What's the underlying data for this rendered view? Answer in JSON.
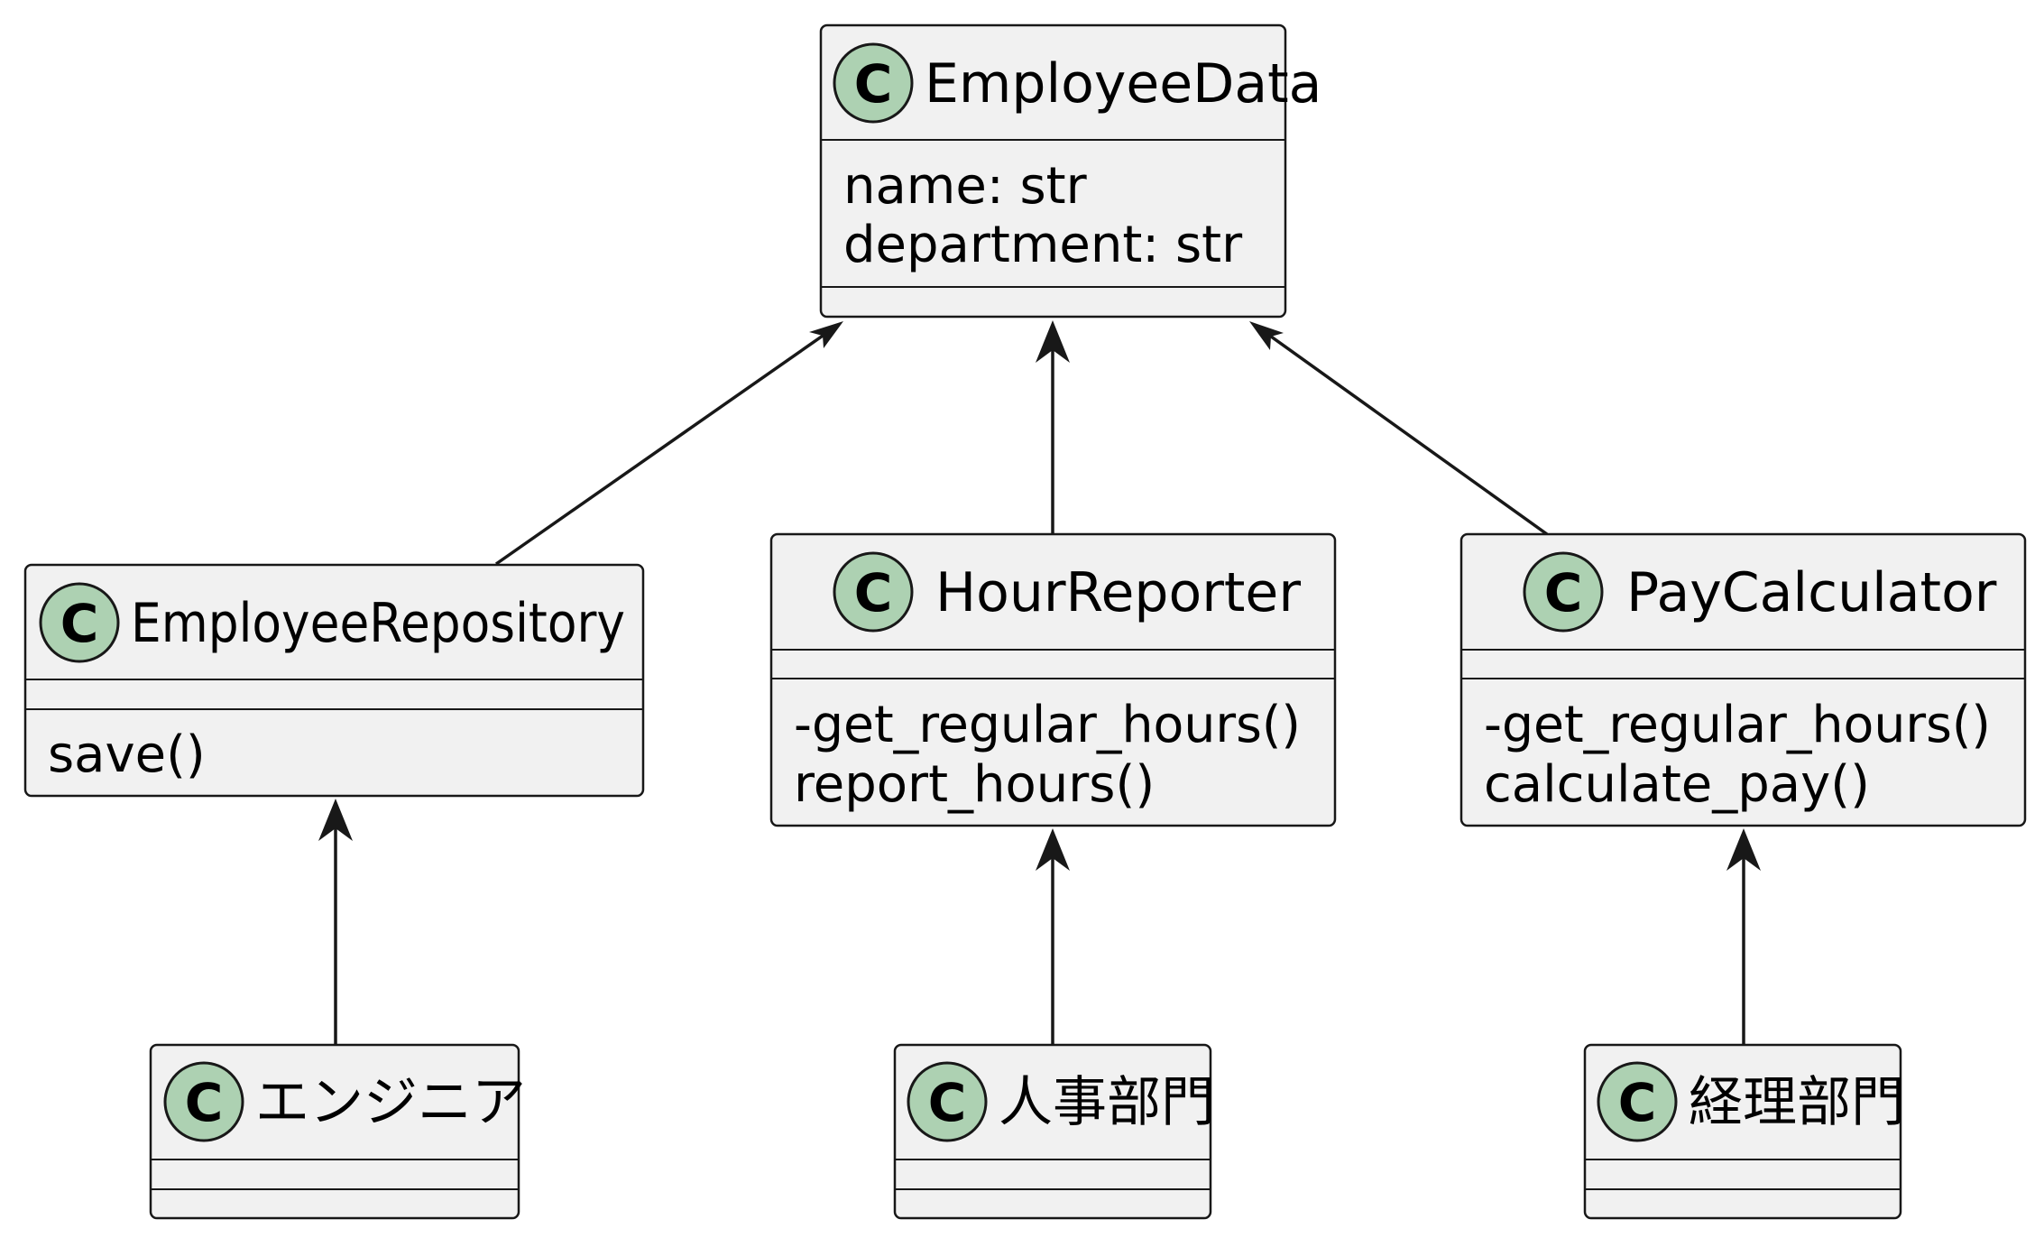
{
  "diagram": {
    "classes": {
      "employee_data": {
        "name": "EmployeeData",
        "stereotype_letter": "C",
        "attributes": [
          "name: str",
          "department: str"
        ],
        "methods": []
      },
      "employee_repository": {
        "name": "EmployeeRepository",
        "stereotype_letter": "C",
        "attributes": [],
        "methods": [
          "save()"
        ]
      },
      "hour_reporter": {
        "name": "HourReporter",
        "stereotype_letter": "C",
        "attributes": [],
        "methods": [
          "-get_regular_hours()",
          "report_hours()"
        ]
      },
      "pay_calculator": {
        "name": "PayCalculator",
        "stereotype_letter": "C",
        "attributes": [],
        "methods": [
          "-get_regular_hours()",
          "calculate_pay()"
        ]
      },
      "engineer": {
        "name": "エンジニア",
        "stereotype_letter": "C",
        "attributes": [],
        "methods": []
      },
      "hr_dept": {
        "name": "人事部門",
        "stereotype_letter": "C",
        "attributes": [],
        "methods": []
      },
      "accounting_dept": {
        "name": "経理部門",
        "stereotype_letter": "C",
        "attributes": [],
        "methods": []
      }
    },
    "relations": [
      {
        "from": "EmployeeRepository",
        "to": "EmployeeData",
        "kind": "dependency-arrow"
      },
      {
        "from": "HourReporter",
        "to": "EmployeeData",
        "kind": "dependency-arrow"
      },
      {
        "from": "PayCalculator",
        "to": "EmployeeData",
        "kind": "dependency-arrow"
      },
      {
        "from": "エンジニア",
        "to": "EmployeeRepository",
        "kind": "dependency-arrow"
      },
      {
        "from": "人事部門",
        "to": "HourReporter",
        "kind": "dependency-arrow"
      },
      {
        "from": "経理部門",
        "to": "PayCalculator",
        "kind": "dependency-arrow"
      }
    ],
    "colors": {
      "box_fill": "#f1f1f1",
      "border": "#181818",
      "class_circle": "#add1b2"
    }
  }
}
